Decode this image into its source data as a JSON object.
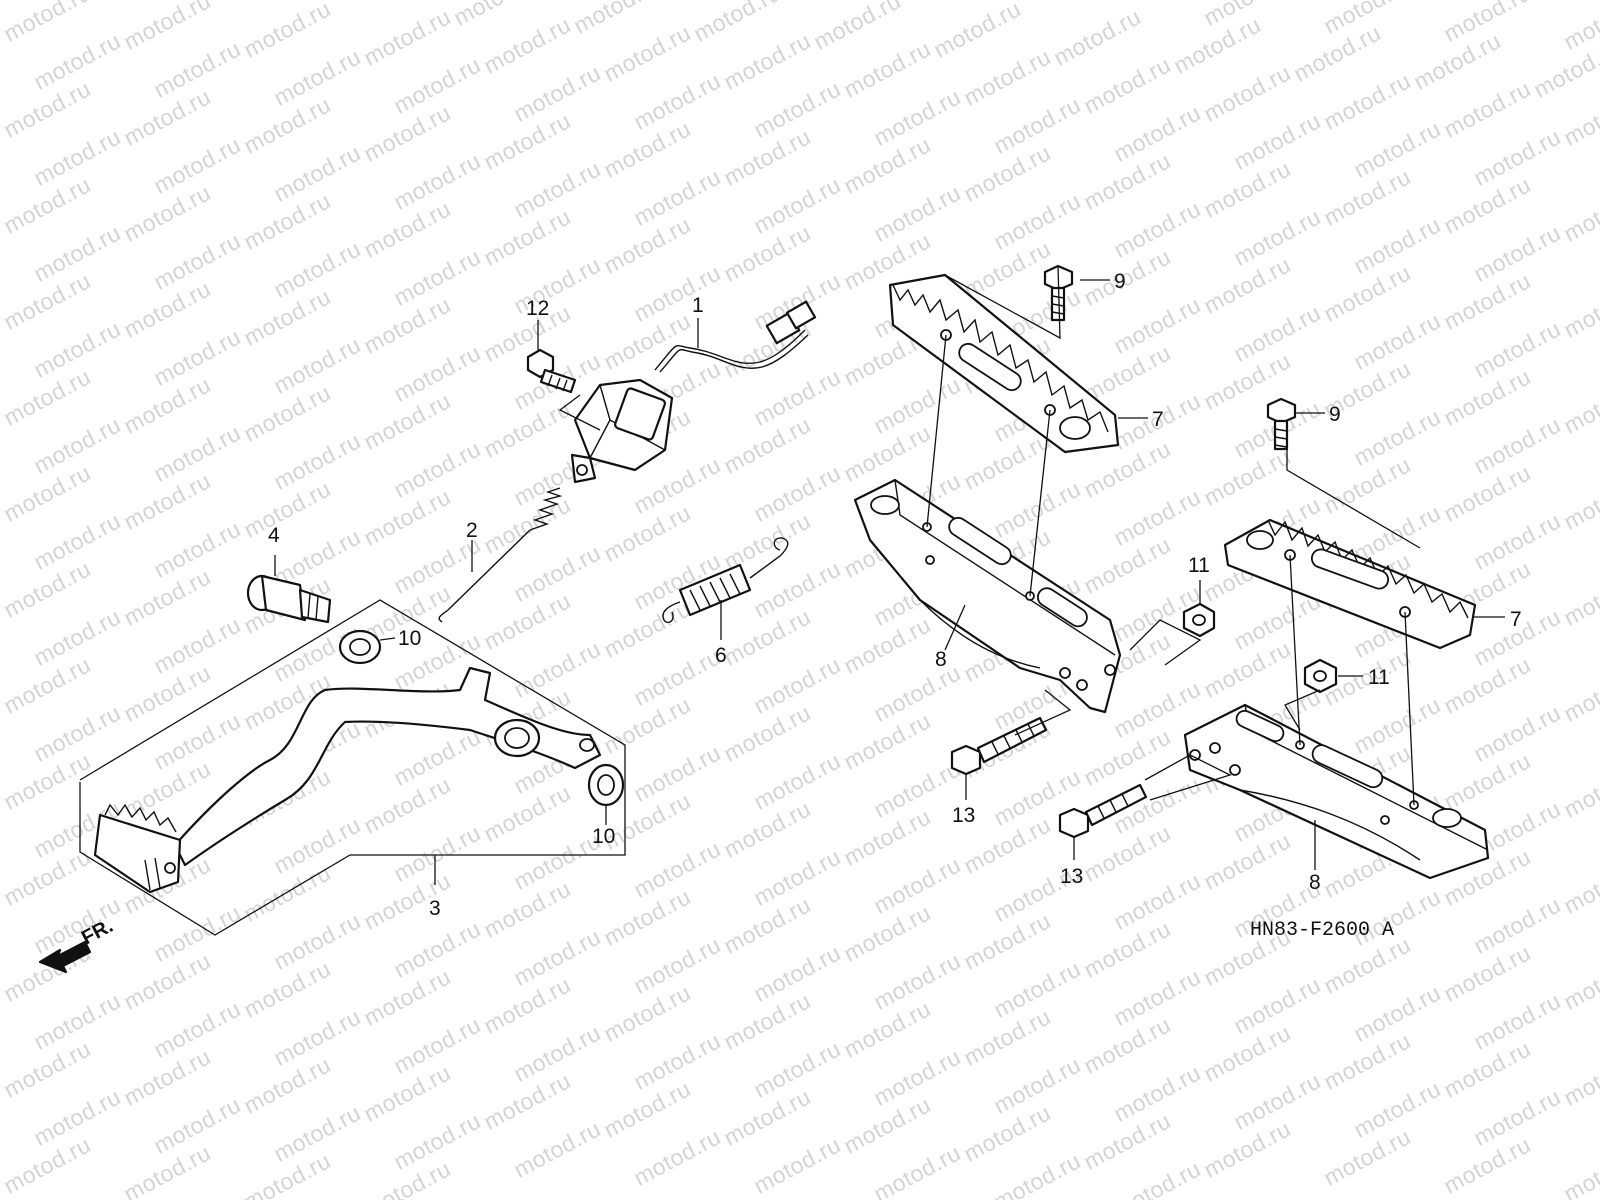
{
  "watermark": {
    "text": "motod.ru"
  },
  "diagram": {
    "code": "HN83-F2600 A",
    "front_label": "FR.",
    "callouts": [
      "1",
      "2",
      "3",
      "4",
      "6",
      "7",
      "7",
      "8",
      "8",
      "9",
      "9",
      "10",
      "10",
      "11",
      "11",
      "12",
      "13",
      "13"
    ]
  }
}
